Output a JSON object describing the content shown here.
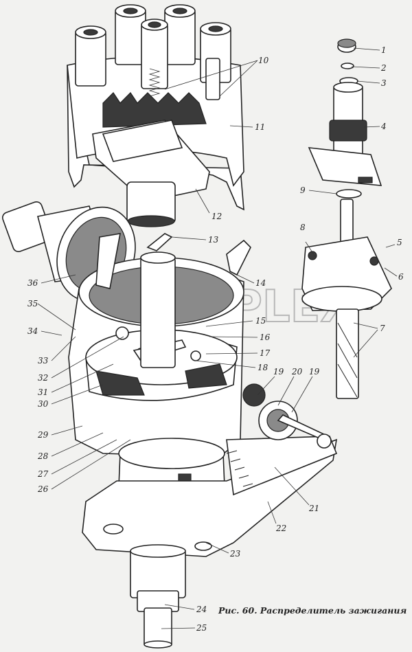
{
  "caption": "Рис. 60. Распределитель зажигания",
  "watermark": "PLEX",
  "callouts": [
    {
      "id": "c1",
      "label": "1"
    },
    {
      "id": "c2",
      "label": "2"
    },
    {
      "id": "c3",
      "label": "3"
    },
    {
      "id": "c4",
      "label": "4"
    },
    {
      "id": "c5",
      "label": "5"
    },
    {
      "id": "c6",
      "label": "6"
    },
    {
      "id": "c7",
      "label": "7"
    },
    {
      "id": "c8",
      "label": "8"
    },
    {
      "id": "c9",
      "label": "9"
    },
    {
      "id": "c10",
      "label": "10"
    },
    {
      "id": "c11",
      "label": "11"
    },
    {
      "id": "c12",
      "label": "12"
    },
    {
      "id": "c13",
      "label": "13"
    },
    {
      "id": "c14",
      "label": "14"
    },
    {
      "id": "c15",
      "label": "15"
    },
    {
      "id": "c16",
      "label": "16"
    },
    {
      "id": "c17",
      "label": "17"
    },
    {
      "id": "c18",
      "label": "18"
    },
    {
      "id": "c19a",
      "label": "19"
    },
    {
      "id": "c19b",
      "label": "19"
    },
    {
      "id": "c20",
      "label": "20"
    },
    {
      "id": "c21",
      "label": "21"
    },
    {
      "id": "c22",
      "label": "22"
    },
    {
      "id": "c23",
      "label": "23"
    },
    {
      "id": "c24",
      "label": "24"
    },
    {
      "id": "c25",
      "label": "25"
    },
    {
      "id": "c26",
      "label": "26"
    },
    {
      "id": "c27",
      "label": "27"
    },
    {
      "id": "c28",
      "label": "28"
    },
    {
      "id": "c29",
      "label": "29"
    },
    {
      "id": "c30",
      "label": "30"
    },
    {
      "id": "c31",
      "label": "31"
    },
    {
      "id": "c32",
      "label": "32"
    },
    {
      "id": "c33",
      "label": "33"
    },
    {
      "id": "c34",
      "label": "34"
    },
    {
      "id": "c35",
      "label": "35"
    },
    {
      "id": "c36",
      "label": "36"
    }
  ]
}
